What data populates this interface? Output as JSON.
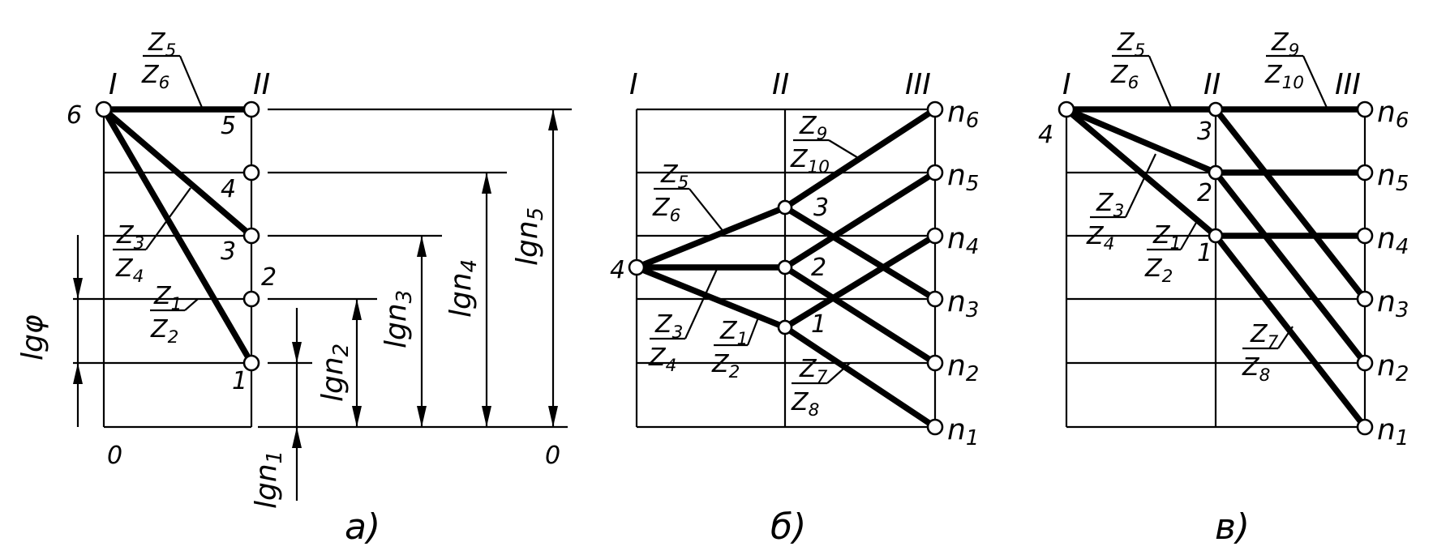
{
  "panels": {
    "a": {
      "caption": "a)",
      "shaft_labels": [
        "I",
        "II"
      ],
      "input_label": "6",
      "output_node_labels": [
        "1",
        "2",
        "3",
        "4",
        "5"
      ],
      "gear_pairs": [
        {
          "top": "Z5",
          "bottom": "Z6"
        },
        {
          "top": "Z3",
          "bottom": "Z4"
        },
        {
          "top": "Z1",
          "bottom": "Z2"
        }
      ],
      "zero_left": "0",
      "zero_right": "0",
      "phi_label": "lgφ",
      "speed_labels": [
        "lgn1",
        "lgn2",
        "lgn3",
        "lgn4",
        "lgn5"
      ]
    },
    "b": {
      "caption": "б)",
      "shaft_labels": [
        "I",
        "II",
        "III"
      ],
      "input_label": "4",
      "mid_node_labels": [
        "1",
        "2",
        "3"
      ],
      "speed_labels": [
        "n1",
        "n2",
        "n3",
        "n4",
        "n5",
        "n6"
      ],
      "gear_pairs": [
        {
          "top": "Z5",
          "bottom": "Z6"
        },
        {
          "top": "Z3",
          "bottom": "Z4"
        },
        {
          "top": "Z1",
          "bottom": "Z2"
        },
        {
          "top": "Z9",
          "bottom": "Z10"
        },
        {
          "top": "Z7",
          "bottom": "Z8"
        }
      ]
    },
    "c": {
      "caption": "в)",
      "shaft_labels": [
        "I",
        "II",
        "III"
      ],
      "input_label": "4",
      "mid_node_labels": [
        "1",
        "2",
        "3"
      ],
      "speed_labels": [
        "n1",
        "n2",
        "n3",
        "n4",
        "n5",
        "n6"
      ],
      "gear_pairs": [
        {
          "top": "Z5",
          "bottom": "Z6"
        },
        {
          "top": "Z9",
          "bottom": "Z10"
        },
        {
          "top": "Z3",
          "bottom": "Z4"
        },
        {
          "top": "Z1",
          "bottom": "Z2"
        },
        {
          "top": "Z7",
          "bottom": "Z8"
        }
      ]
    }
  }
}
